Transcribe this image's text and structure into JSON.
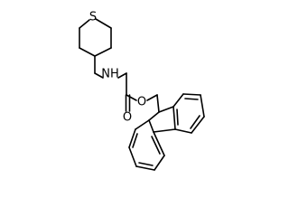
{
  "molecule": {
    "atoms": {
      "sulfur": "S",
      "amine_nitrogen": "NH",
      "carbonyl_oxygen": "O",
      "ester_oxygen": "O"
    }
  }
}
